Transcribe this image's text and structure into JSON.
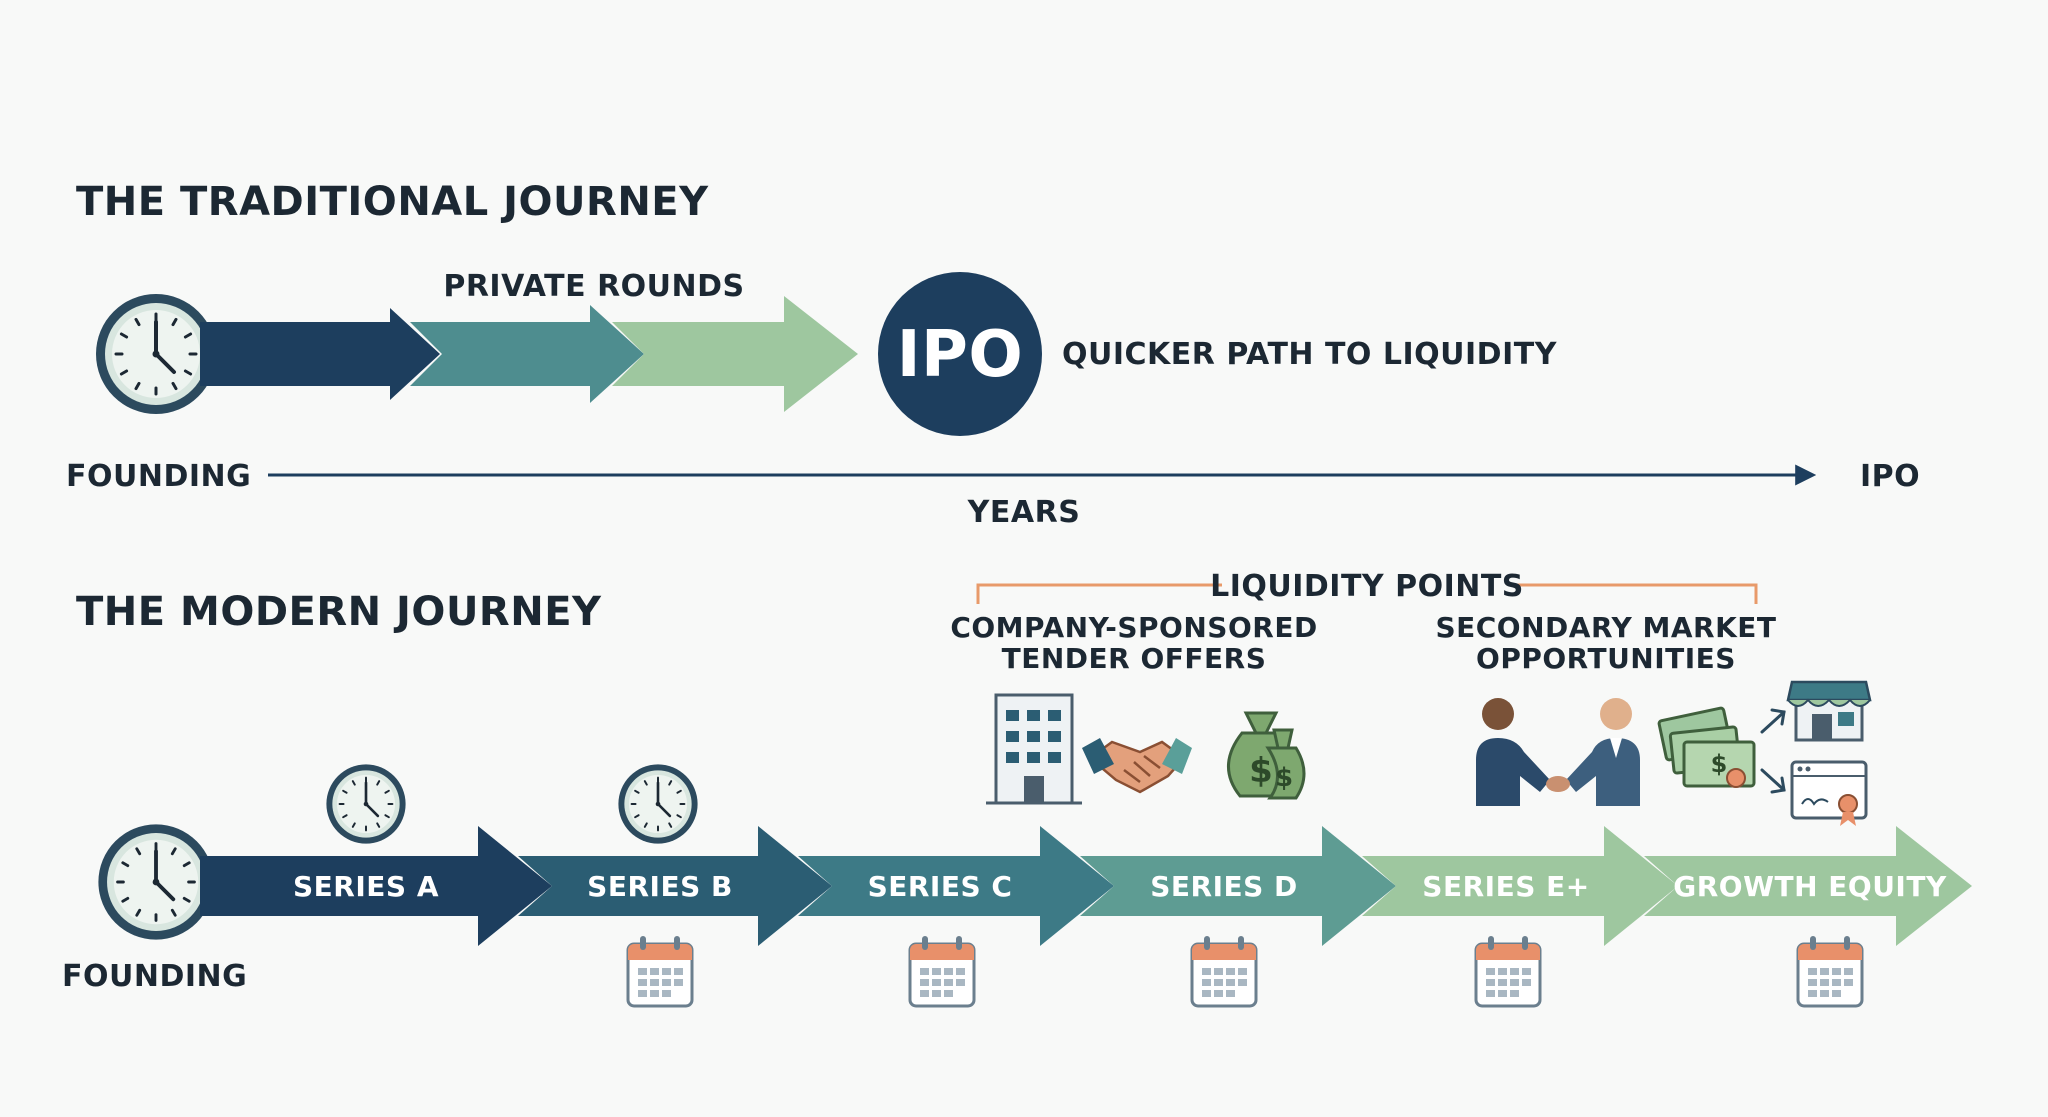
{
  "colors": {
    "navy": "#1d3e5e",
    "teal_dark": "#2b5d73",
    "teal": "#3d7a86",
    "teal_mid": "#4e8d8f",
    "teal_light": "#5e9c93",
    "green_light": "#9ec79f",
    "accent_orange": "#e89a6a",
    "text": "#1c2833"
  },
  "traditional": {
    "heading": "THE TRADITIONAL JOURNEY",
    "private_rounds_label": "PRIVATE ROUNDS",
    "ipo_badge": "IPO",
    "ipo_caption": "QUICKER PATH TO LIQUIDITY",
    "axis_start": "FOUNDING",
    "axis_end": "IPO",
    "axis_label": "YEARS"
  },
  "modern": {
    "heading": "THE MODERN JOURNEY",
    "founding_label": "FOUNDING",
    "liquidity_label": "LIQUIDITY POINTS",
    "tender_offers_line1": "COMPANY-SPONSORED",
    "tender_offers_line2": "TENDER OFFERS",
    "secondary_line1": "SECONDARY MARKET",
    "secondary_line2": "OPPORTUNITIES",
    "stages": [
      {
        "label": "SERIES A"
      },
      {
        "label": "SERIES B"
      },
      {
        "label": "SERIES C"
      },
      {
        "label": "SERIES D"
      },
      {
        "label": "SERIES E+"
      },
      {
        "label": "GROWTH EQUITY"
      }
    ]
  },
  "icons": [
    "clock-icon",
    "calendar-icon",
    "office-building-icon",
    "handshake-icon",
    "money-bag-icon",
    "business-handshake-icon",
    "cash-icon",
    "storefront-icon",
    "certificate-icon"
  ]
}
